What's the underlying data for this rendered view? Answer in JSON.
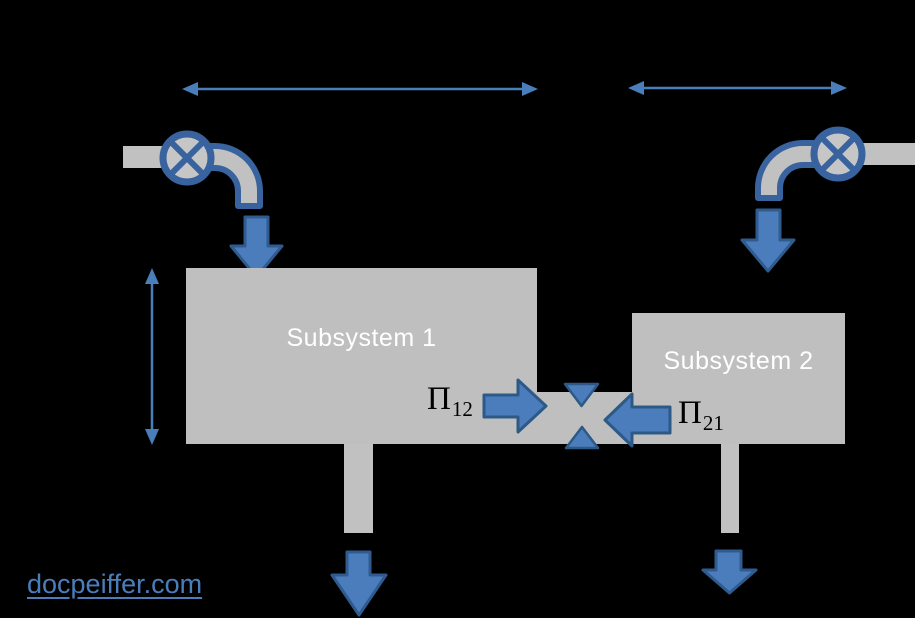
{
  "diagram": {
    "description": "Two-subsystem flow diagram on black background",
    "subsystems": [
      {
        "label": "Subsystem 1"
      },
      {
        "label": "Subsystem 2"
      }
    ],
    "flow_labels": [
      {
        "base": "Π",
        "subscript": "12"
      },
      {
        "base": "Π",
        "subscript": "21"
      }
    ],
    "footer": {
      "link_text": "docpeiffer.com"
    },
    "icons": [
      "valve-icon-left",
      "valve-icon-right",
      "pipe-elbow-left",
      "pipe-elbow-right",
      "inflow-arrow-left",
      "inflow-arrow-right",
      "outflow-arrow-left",
      "outflow-arrow-right",
      "exchange-arrow-right",
      "exchange-arrow-left",
      "pinch-valve-icon",
      "width-dimension-arrow-1",
      "width-dimension-arrow-2",
      "height-dimension-arrow"
    ],
    "colors": {
      "background": "#000000",
      "box_gray": "#bfbfbf",
      "pipe_gray": "#c1c1c1",
      "arrow_fill": "#4b7dbd",
      "arrow_stroke": "#2f5b8f",
      "valve_ring": "#38639e",
      "dimension_line": "#4a7ebb",
      "link_blue": "#4a7ebb",
      "label_white": "#ffffff",
      "label_black": "#000000"
    }
  }
}
